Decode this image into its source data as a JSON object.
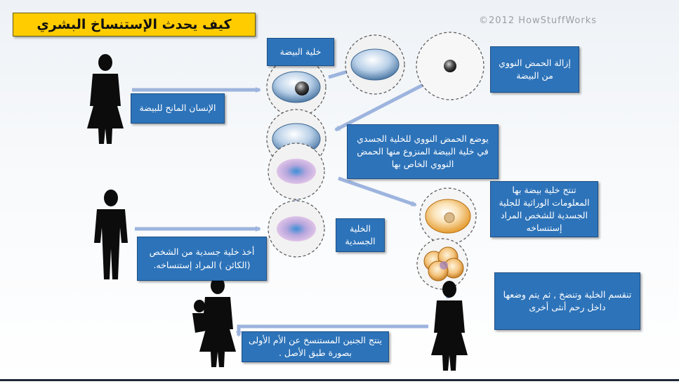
{
  "title": "كيف يحدث الإستنساخ البشري",
  "credit": "©2012 HowStuffWorks",
  "labels": {
    "egg_cell": "خلية البيضة",
    "remove_nucleus": "إزالة الحمض النووي من البيضة",
    "egg_donor": "الإنسان المانح للبيضة",
    "place_nucleus": "يوضع الحمض النووي للخلية الجسدي في خلية البيضة المنزوع منها الحمض النووي الخاص بها",
    "result_egg": "تنتج خلية بيضة بها المعلومات الوراثية للجلية الجسدية للشخص المراد إستنساخه",
    "somatic_cell": "الخلية الجسدية",
    "take_somatic": "أخذ خلية جسدية من الشخص (الكائن ) المراد إستنساخه.",
    "divide_implant": "تنقسم الخلية وتنضخ , ثم يتم وضعها داخل رحم أنثى أخرى",
    "embryo_birth": "ينتج الجنين المستنسخ عن الأم الأولى بصورة طبق الأصل ."
  },
  "colors": {
    "title_bg": "#ffcc00",
    "label_bg": "#2d73b9",
    "arrow": "#9db4de",
    "silhouette": "#0c0c0c"
  }
}
